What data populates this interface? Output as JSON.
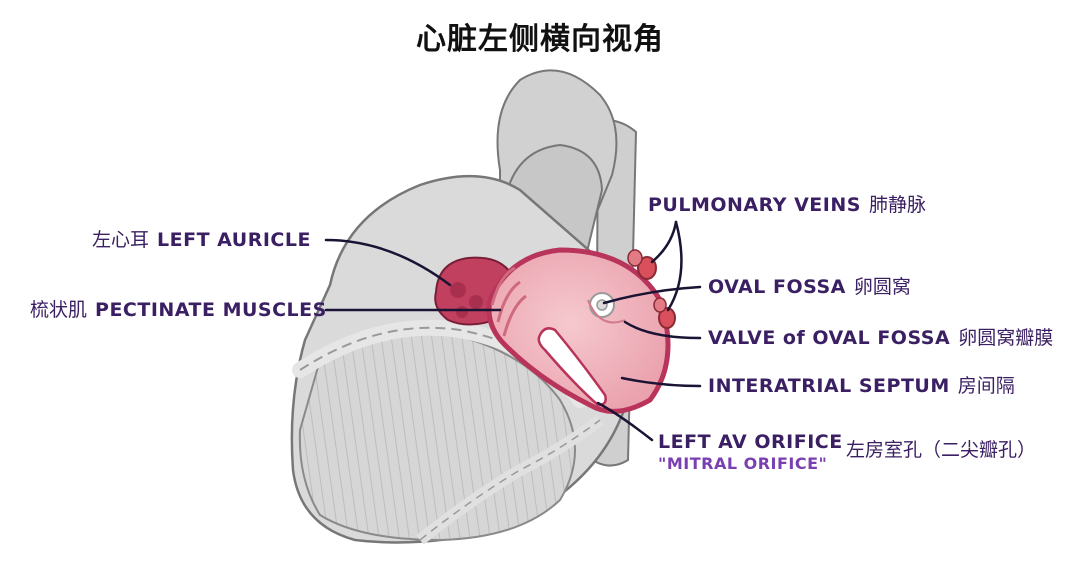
{
  "title": "心脏左侧横向视角",
  "labels": {
    "left_auricle": {
      "zh": "左心耳",
      "en": "LEFT AURICLE"
    },
    "pectinate": {
      "zh": "梳状肌",
      "en": "PECTINATE MUSCLES"
    },
    "pulmonary_veins": {
      "en": "PULMONARY VEINS",
      "zh": "肺静脉"
    },
    "oval_fossa": {
      "en": "OVAL FOSSA",
      "zh": "卵圆窝"
    },
    "valve_oval_fossa": {
      "en": "VALVE of OVAL FOSSA",
      "zh": "卵圆窝瓣膜"
    },
    "interatrial": {
      "en": "INTERATRIAL SEPTUM",
      "zh": "房间隔"
    },
    "left_av": {
      "en": "LEFT AV ORIFICE",
      "sub": "\"MITRAL ORIFICE\"",
      "zh": "左房室孔（二尖瓣孔）"
    }
  },
  "colors": {
    "label_text": "#3a1f63",
    "subtitle_text": "#7a3fb0",
    "heart_gray": "#d4d4d4",
    "atrium_pink": "#f2b6bf",
    "atrium_rim": "#b8345a",
    "auricle": "#c2405f",
    "vein": "#d94f5b"
  }
}
